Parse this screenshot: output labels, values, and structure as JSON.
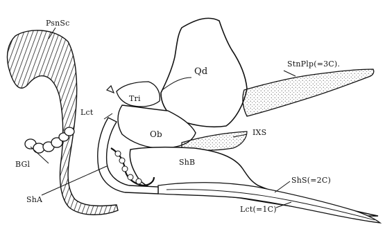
{
  "labels": {
    "psnsc": "PsnSc",
    "qd": "Qd",
    "stnplp": "StnPlp(=3C).",
    "tri": "Tri",
    "lct": "Lct",
    "ob": "Ob",
    "ixs": "IXS",
    "bgl": "BGl",
    "shb": "ShB",
    "sha": "ShA",
    "shs": "ShS(=2C)",
    "lct1": "Lct(=1C)"
  }
}
